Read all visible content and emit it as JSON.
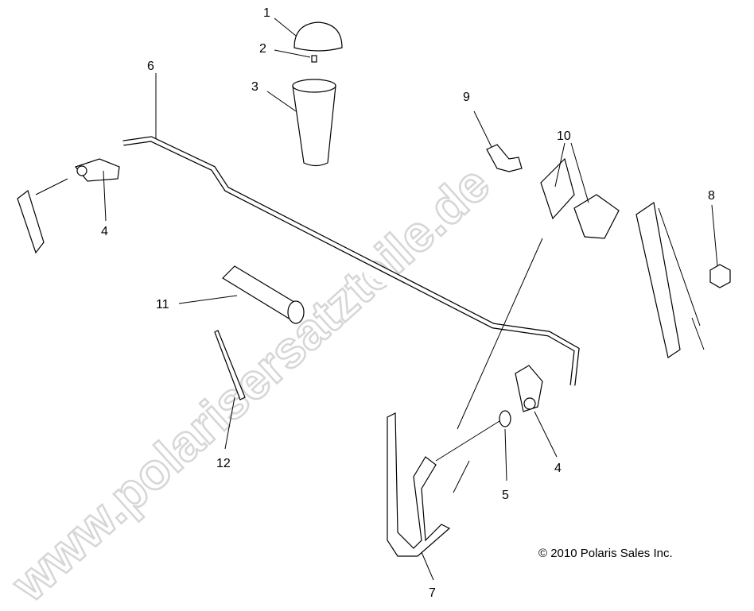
{
  "watermark": "www.polarisersatzteile.de",
  "copyright": "© 2010 Polaris Sales Inc.",
  "callouts": [
    {
      "number": "1"
    },
    {
      "number": "2"
    },
    {
      "number": "3"
    },
    {
      "number": "6"
    },
    {
      "number": "9"
    },
    {
      "number": "10"
    },
    {
      "number": "8"
    },
    {
      "number": "4"
    },
    {
      "number": "11"
    },
    {
      "number": "12"
    },
    {
      "number": "4"
    },
    {
      "number": "5"
    },
    {
      "number": "7"
    }
  ]
}
